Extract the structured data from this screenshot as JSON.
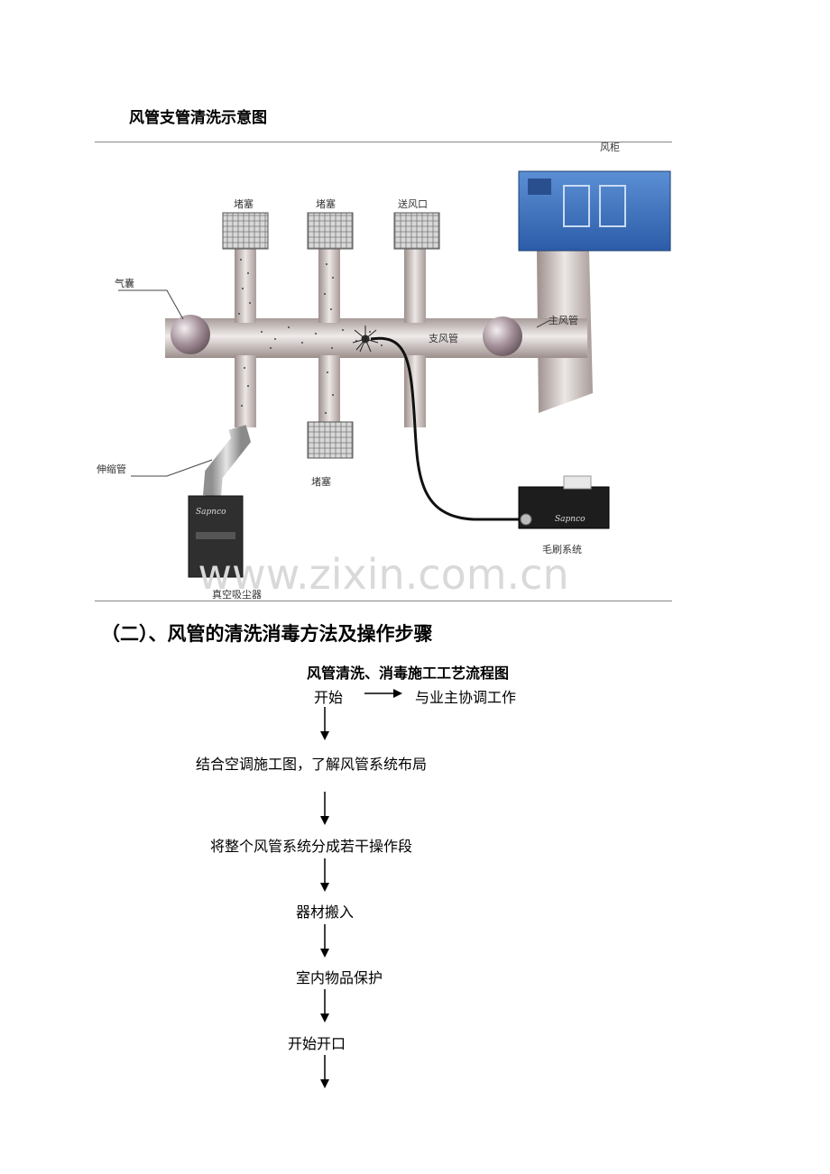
{
  "figure": {
    "title": "风管支管清洗示意图",
    "labels": {
      "fan_cabinet": "风柜",
      "plug_1": "堵塞",
      "plug_2": "堵塞",
      "supply_outlet": "送风口",
      "airbag": "气囊",
      "main_duct": "主风管",
      "branch_duct": "支风管",
      "telescopic_pipe": "伸缩管",
      "plug_bottom": "堵塞",
      "brush_system": "毛刷系统",
      "vacuum_cleaner": "真空吸尘器"
    },
    "watermark": "www.zixin.com.cn",
    "device_brand": "Sapnco"
  },
  "section": {
    "heading": "（二）、风管的清洗消毒方法及操作步骤"
  },
  "flowchart": {
    "title": "风管清洗、消毒施工工艺流程图",
    "start": "开始",
    "side_step": "与业主协调工作",
    "steps": [
      "结合空调施工图，了解风管系统布局",
      "将整个风管系统分成若干操作段",
      "器材搬入",
      "室内物品保护",
      "开始开口"
    ]
  }
}
